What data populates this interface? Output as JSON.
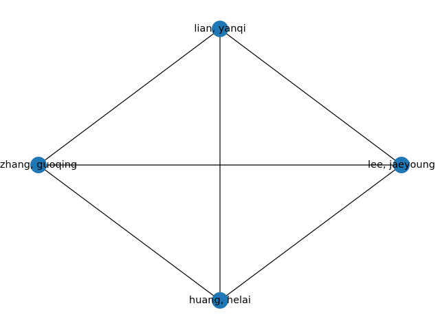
{
  "graph": {
    "node_color": "#1f77b4",
    "edge_color": "#000000",
    "nodes": [
      {
        "id": "lian",
        "label": "lian, yanqi"
      },
      {
        "id": "zhang",
        "label": "zhang, guoqing"
      },
      {
        "id": "lee",
        "label": "lee, jaeyoung"
      },
      {
        "id": "huang",
        "label": "huang, helai"
      }
    ],
    "edges": [
      [
        "lian",
        "zhang"
      ],
      [
        "lian",
        "lee"
      ],
      [
        "lian",
        "huang"
      ],
      [
        "zhang",
        "lee"
      ],
      [
        "zhang",
        "huang"
      ],
      [
        "lee",
        "huang"
      ]
    ]
  }
}
